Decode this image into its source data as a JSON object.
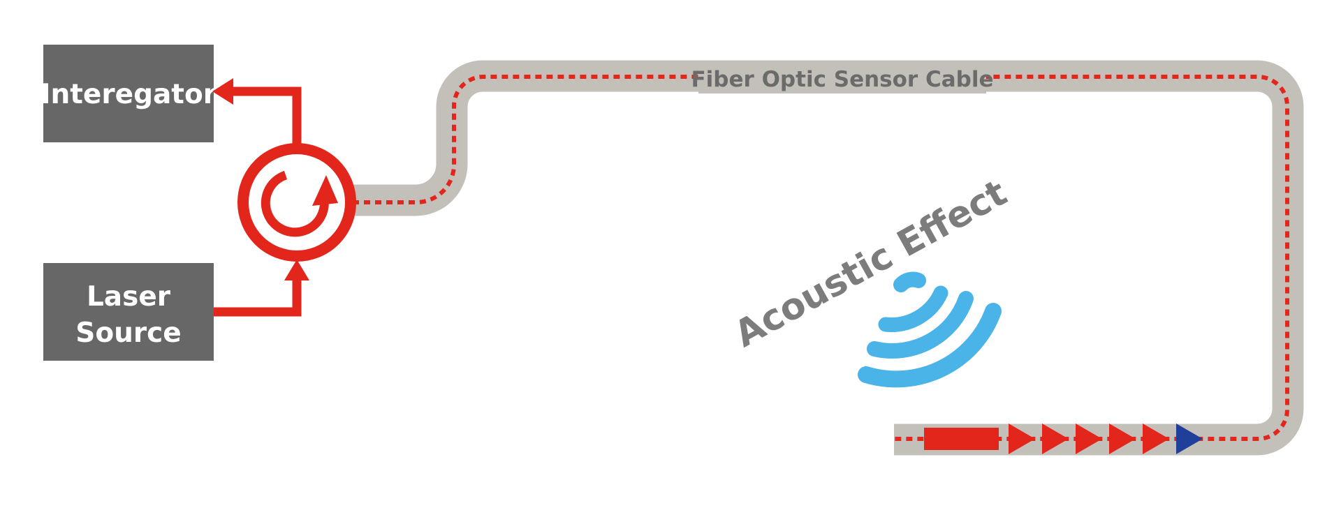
{
  "boxes": {
    "interrogator": "Interegator",
    "laser_line1": "Laser",
    "laser_line2": "Source"
  },
  "cable": {
    "label": "Fiber Optic Sensor Cable"
  },
  "effect": {
    "label": "Acoustic Effect"
  },
  "colors": {
    "box": "#676767",
    "signal": "#e2261c",
    "cable": "#c3c0ba",
    "label_text": "#6b6b6b",
    "acoustic": "#4ab3e8",
    "pulse_final": "#1f3f9a"
  },
  "icons": {
    "circulator": "circulator-icon",
    "acoustic": "acoustic-wave-icon"
  },
  "pulses": {
    "red_count": 5,
    "blue_count": 1
  }
}
